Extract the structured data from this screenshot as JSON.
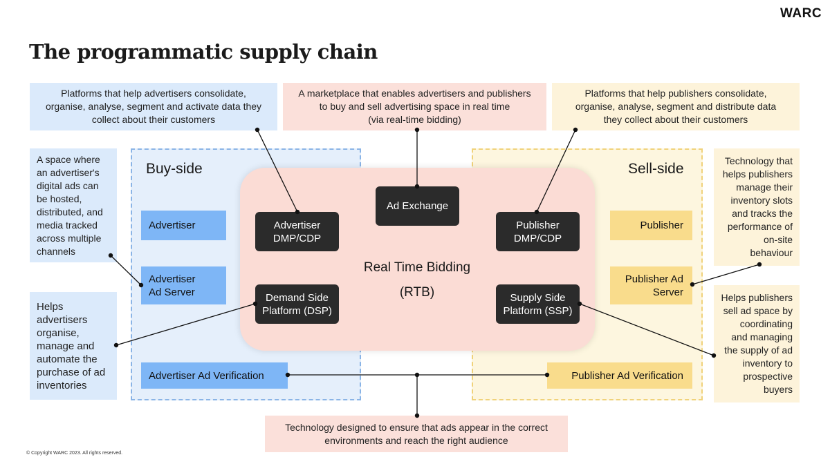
{
  "brand": "WARC",
  "title": "The programmatic supply chain",
  "copyright": "© Copyright WARC 2023. All rights reserved.",
  "colors": {
    "buy_zone": "#e5effb",
    "sell_zone": "#fdf6df",
    "rtb": "#fbdcd5",
    "dark_box": "#2b2b2b",
    "buy_box": "#7eb6f6",
    "sell_box": "#f9dc8c"
  },
  "notes": {
    "advertiser_dmp": [
      "Platforms that help advertisers consolidate,",
      "organise, analyse, segment and activate data they",
      "collect about their customers"
    ],
    "ad_exchange": [
      "A marketplace that enables advertisers and publishers",
      "to buy and sell advertising space in real time",
      "(via real-time bidding)"
    ],
    "publisher_dmp": [
      "Platforms that help publishers consolidate,",
      "organise, analyse, segment and distribute data",
      "they collect about their customers"
    ],
    "advertiser_ad_server": [
      "A space where",
      "an advertiser's",
      "digital ads can",
      "be hosted,",
      "distributed, and",
      "media tracked",
      "across multiple",
      "channels"
    ],
    "dsp": [
      "Helps",
      "advertisers",
      "organise,",
      "manage and",
      "automate the",
      "purchase of ad",
      "inventories"
    ],
    "publisher_ad_server": [
      "Technology that",
      "helps publishers",
      "manage their",
      "inventory slots",
      "and tracks the",
      "performance of",
      "on-site",
      "behaviour"
    ],
    "ssp": [
      "Helps publishers",
      "sell ad space by",
      "coordinating",
      "and managing",
      "the supply of ad",
      "inventory to",
      "prospective",
      "buyers"
    ],
    "verification": [
      "Technology designed to ensure that ads appear in the correct",
      "environments and reach the right audience"
    ]
  },
  "zones": {
    "buy_side": "Buy-side",
    "sell_side": "Sell-side"
  },
  "rtb": {
    "line1": "Real Time Bidding",
    "line2": "(RTB)"
  },
  "dark_boxes": {
    "ad_exchange": "Ad Exchange",
    "advertiser_dmp_l1": "Advertiser",
    "advertiser_dmp_l2": "DMP/CDP",
    "publisher_dmp_l1": "Publisher",
    "publisher_dmp_l2": "DMP/CDP",
    "dsp_l1": "Demand Side",
    "dsp_l2": "Platform (DSP)",
    "ssp_l1": "Supply Side",
    "ssp_l2": "Platform (SSP)"
  },
  "buy_boxes": {
    "advertiser": "Advertiser",
    "ad_server_l1": "Advertiser",
    "ad_server_l2": "Ad Server",
    "ad_verification": "Advertiser Ad Verification"
  },
  "sell_boxes": {
    "publisher": "Publisher",
    "ad_server_l1": "Publisher Ad",
    "ad_server_l2": "Server",
    "ad_verification": "Publisher Ad Verification"
  }
}
